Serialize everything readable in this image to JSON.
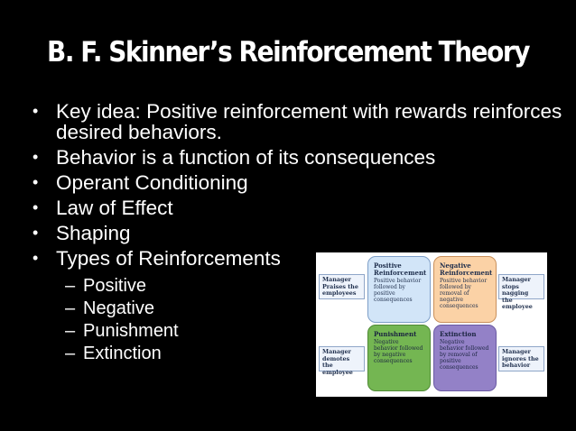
{
  "slide": {
    "title": "B. F. Skinner’s Reinforcement Theory",
    "bullets": [
      {
        "text": "Key idea: Positive reinforcement with rewards reinforces desired behaviors."
      },
      {
        "text": "Behavior is a function of its consequences"
      },
      {
        "text": "Operant Conditioning"
      },
      {
        "text": "Law of Effect"
      },
      {
        "text": "Shaping"
      },
      {
        "text": "Types of Reinforcements"
      }
    ],
    "bullet_glyph": "•",
    "sub_glyph": "–",
    "sub_bullets": [
      "Positive",
      "Negative",
      "Punishment",
      "Extinction"
    ]
  },
  "diagram": {
    "side_boxes": {
      "top_left": "Manager Praises the employees",
      "top_right": "Manager stops nagging the employee",
      "bottom_left": "Manager demotes the employee",
      "bottom_right": "Manager ignores the behavior"
    },
    "quadrants": {
      "positive": {
        "title": "Positive Reinforcement",
        "desc": "Positive behavior followed by positive consequences"
      },
      "negative": {
        "title": "Negative Reinforcement",
        "desc": "Positive behavior followed by removal of negative consequences"
      },
      "punishment": {
        "title": "Punishment",
        "desc": "Negative behavior followed by negative consequences"
      },
      "extinction": {
        "title": "Extinction",
        "desc": "Negative behavior followed by removal of positive consequences"
      }
    },
    "colors": {
      "positive": "#d2e5f8",
      "negative": "#fbd2a6",
      "punishment": "#74b652",
      "extinction": "#9381c7"
    }
  }
}
